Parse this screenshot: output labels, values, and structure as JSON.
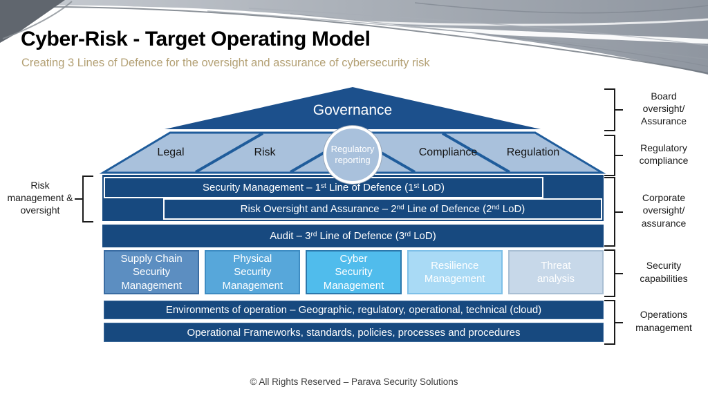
{
  "header": {
    "title": "Cyber-Risk - Target Operating Model",
    "subtitle": "Creating 3 Lines of Defence for the oversight and assurance of cybersecurity risk"
  },
  "pyramid": {
    "governance": "Governance",
    "sections": [
      "Legal",
      "Risk",
      "Compliance",
      "Regulation"
    ],
    "circle": "Regulatory\nreporting"
  },
  "lod": {
    "bar1": {
      "p1": "Security Management – 1",
      "s1": "st",
      "p2": " Line of Defence (1",
      "s2": "st",
      "p3": " LoD)"
    },
    "bar2": {
      "p1": "Risk Oversight and Assurance – 2",
      "s1": "nd",
      "p2": " Line of Defence (2",
      "s2": "nd",
      "p3": " LoD)"
    },
    "bar3": {
      "p1": "Audit – 3",
      "s1": "rd",
      "p2": " Line of Defence (3",
      "s2": "rd",
      "p3": " LoD)"
    }
  },
  "capabilities": {
    "items": [
      {
        "label": "Supply Chain\nSecurity\nManagement",
        "fill": "#5C8EC1",
        "border": "#3A6CA2"
      },
      {
        "label": "Physical\nSecurity\nManagement",
        "fill": "#57A7DA",
        "border": "#3E8CC2"
      },
      {
        "label": "Cyber\nSecurity\nManagement",
        "fill": "#50BCEC",
        "border": "#2B78AC"
      },
      {
        "label": "Resilience\nManagement",
        "fill": "#A9DAF5",
        "border": "#7EC0E8"
      },
      {
        "label": "Threat\nanalysis",
        "fill": "#C7D8E9",
        "border": "#A9BFD4"
      }
    ]
  },
  "operations": {
    "bar1": "Environments of operation – Geographic, regulatory, operational, technical (cloud)",
    "bar2": "Operational Frameworks, standards, policies, processes and procedures"
  },
  "annotations": {
    "left": "Risk\nmanagement &\noversight",
    "right": [
      "Board\noversight/\nAssurance",
      "Regulatory\ncompliance",
      "Corporate\noversight/\nassurance",
      "Security\ncapabilities",
      "Operations\nmanagement"
    ]
  },
  "footer": "© All Rights Reserved – Parava Security Solutions",
  "colors": {
    "navy": "#17497F",
    "roof": "#1C508C",
    "trap_fill": "#A9C1DC",
    "trap_border": "#1F5C9B",
    "circle_fill": "#A9C1DC",
    "subtitle": "#B3A074"
  }
}
